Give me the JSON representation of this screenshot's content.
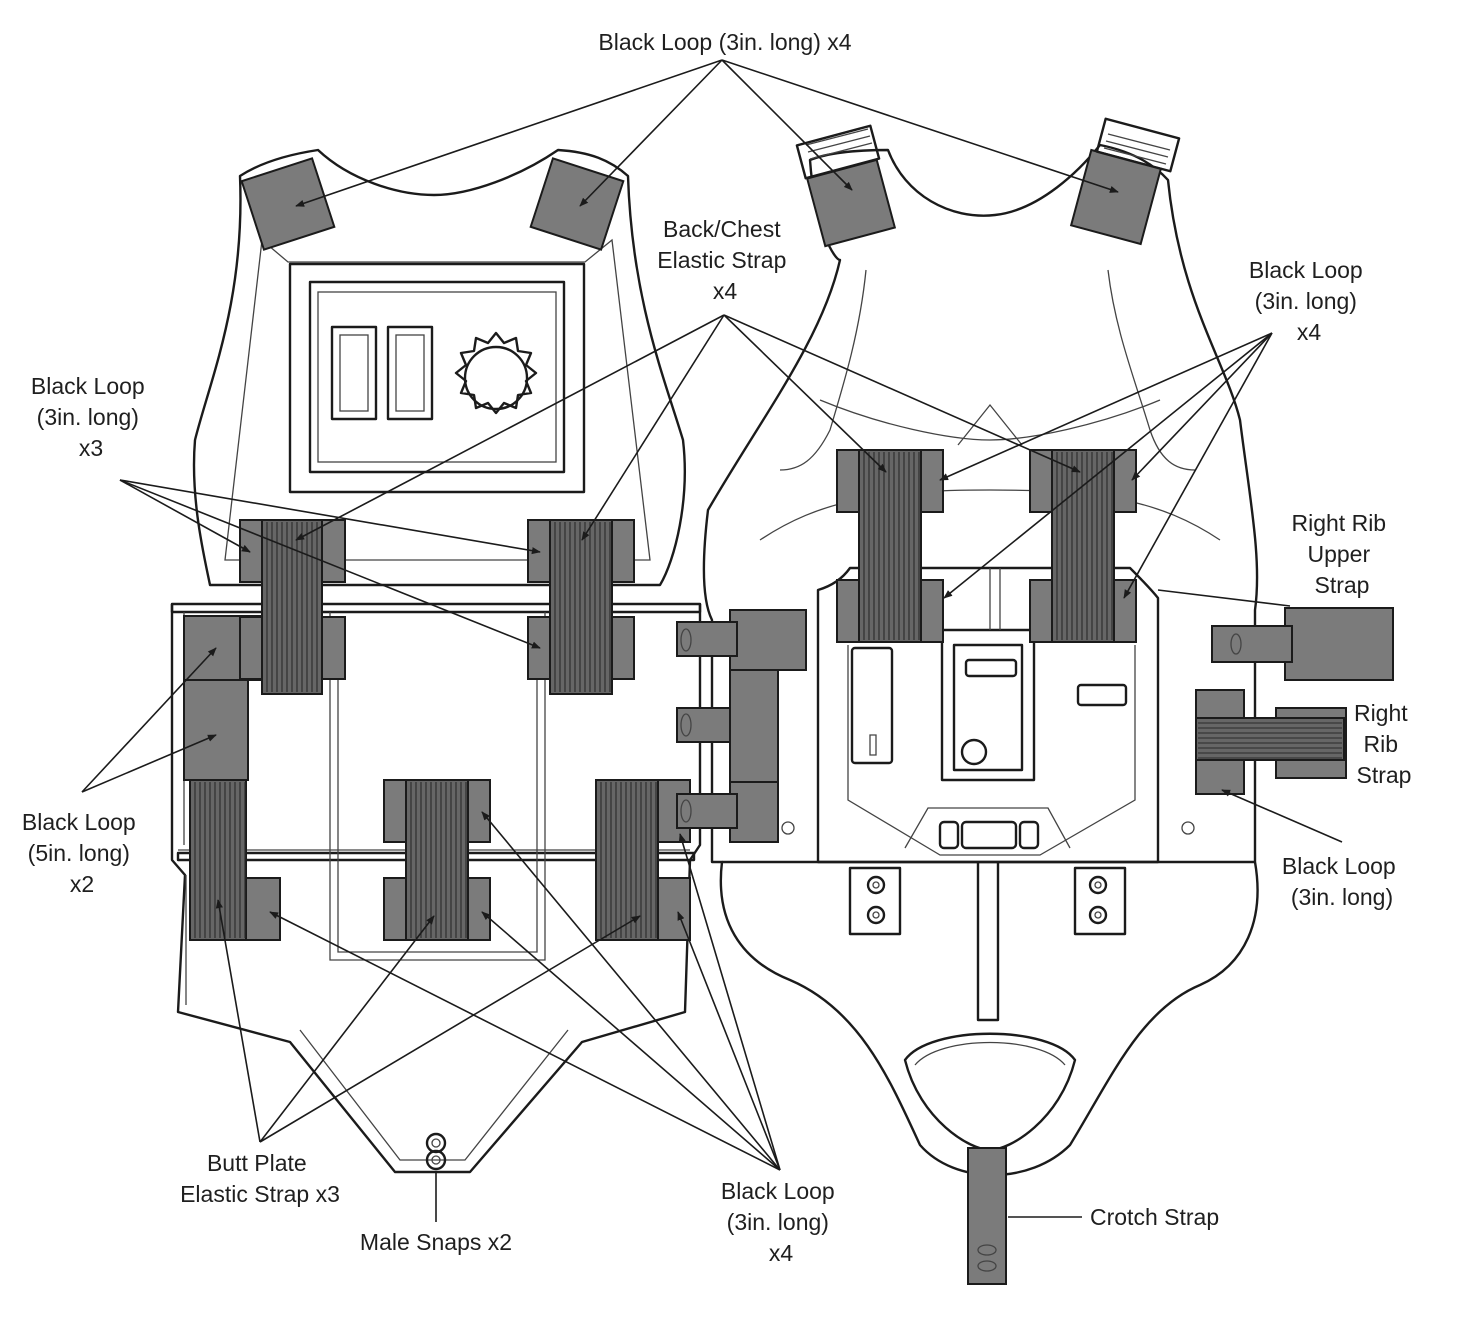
{
  "labels": {
    "top_loop": "Black Loop (3in. long) x4",
    "back_chest": [
      "Back/Chest",
      "Elastic Strap",
      "x4"
    ],
    "right_loop": [
      "Black Loop",
      "(3in. long)",
      "x4"
    ],
    "left_loop_3": [
      "Black Loop",
      "(3in. long)",
      "x3"
    ],
    "right_rib_upper": [
      "Right Rib",
      "Upper",
      "Strap"
    ],
    "right_rib": [
      "Right",
      "Rib",
      "Strap"
    ],
    "left_loop_5": [
      "Black Loop",
      "(5in. long)",
      "x2"
    ],
    "rib_loop": [
      "Black Loop",
      "(3in. long)"
    ],
    "butt_plate": [
      "Butt Plate",
      "Elastic Strap x3"
    ],
    "male_snaps": "Male Snaps x2",
    "bottom_loop": [
      "Black Loop",
      "(3in. long)",
      "x4"
    ],
    "crotch": "Crotch Strap"
  },
  "colors": {
    "strap": "#7b7b7b",
    "outline": "#1b1b1b",
    "background": "#ffffff"
  }
}
